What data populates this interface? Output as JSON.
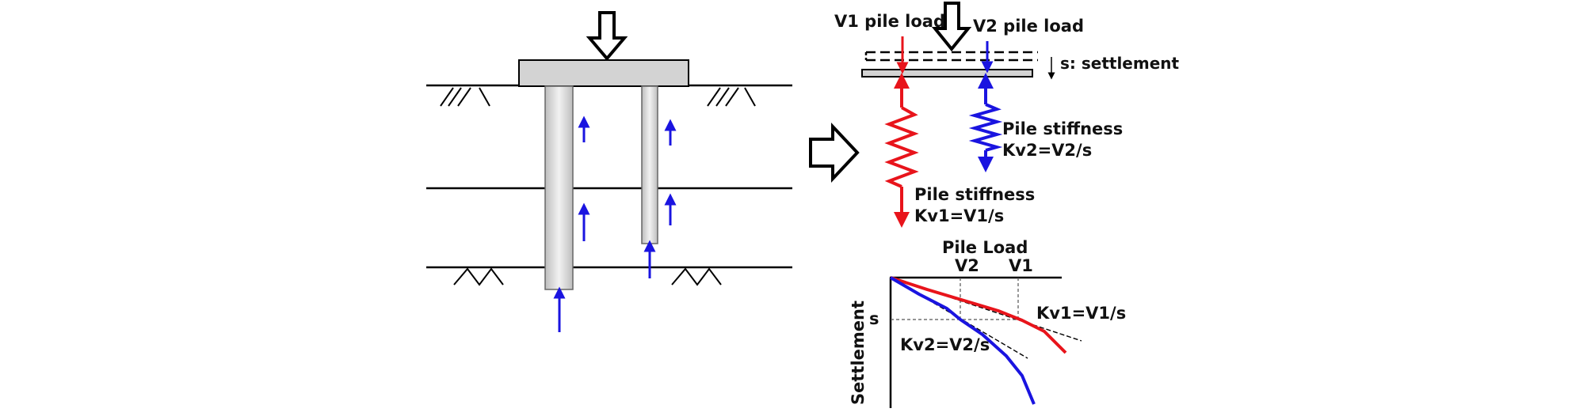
{
  "labels": {
    "v1_pile_load": "V1 pile load",
    "v2_pile_load": "V2 pile load",
    "settlement_note": "s: settlement",
    "pile_stiffness_v2_title": "Pile stiffness",
    "pile_stiffness_v2_formula": "Kv2=V2/s",
    "pile_stiffness_v1_title": "Pile stiffness",
    "pile_stiffness_v1_formula": "Kv1=V1/s",
    "graph_x_title": "Pile Load",
    "graph_tick_v2": "V2",
    "graph_tick_v1": "V1",
    "graph_y_tick_s": "s",
    "graph_y_title": "Settlement",
    "graph_label_kv1": "Kv1=V1/s",
    "graph_label_kv2": "Kv2=V2/s"
  },
  "colors": {
    "pile_v1": "#e8141b",
    "pile_v2": "#1a14e0",
    "concrete": "#d3d3d3",
    "line": "#000000"
  }
}
